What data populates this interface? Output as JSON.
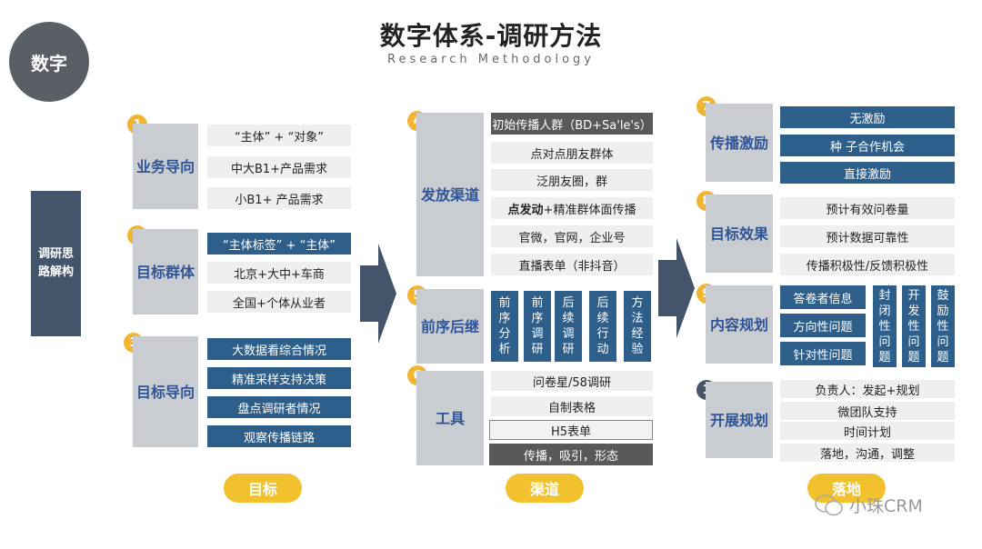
{
  "header": {
    "logo": "数字",
    "title": "数字体系-调研方法",
    "subtitle": "Research Methodology"
  },
  "left_label": "调研思路解构",
  "columns": {
    "goal": {
      "footer": "目标",
      "sections": [
        {
          "badge": "1",
          "category": "业务导向",
          "items": [
            "“主体” + “对象”",
            "中大B1+产品需求",
            "小B1+ 产品需求"
          ]
        },
        {
          "badge": "2",
          "category": "目标群体",
          "items": [
            "“主体标签” + “主体”",
            "北京+大中+车商",
            "全国+个体从业者"
          ]
        },
        {
          "badge": "3",
          "category": "目标导向",
          "items": [
            "大数据看综合情况",
            "精准采样支持决策",
            "盘点调研者情况",
            "观察传播链路"
          ]
        }
      ]
    },
    "channel": {
      "footer": "渠道",
      "sections": [
        {
          "badge": "4",
          "category": "发放渠道",
          "items": [
            "初始传播人群（BD+Sa'le's）",
            "点对点朋友群体",
            "泛朋友圈，群",
            "点发动+精准群体面传播",
            "官微，官网，企业号",
            "直播表单（非抖音）"
          ],
          "bold_prefix": "点发动"
        },
        {
          "badge": "5",
          "category": "前序后继",
          "items": [
            "前序分析",
            "前序调研",
            "后续调研",
            "后续行动",
            "方法经验"
          ]
        },
        {
          "badge": "6",
          "category": "工具",
          "items": [
            "问卷星/58调研",
            "自制表格",
            "H5表单",
            "传播，吸引，形态"
          ]
        }
      ]
    },
    "landing": {
      "footer": "落地",
      "sections": [
        {
          "badge": "7",
          "category": "传播激励",
          "items": [
            "无激励",
            "种 子合作机会",
            "直接激励"
          ]
        },
        {
          "badge": "8",
          "category": "目标效果",
          "items": [
            "预计有效问卷量",
            "预计数据可靠性",
            "传播积极性/反馈积极性"
          ]
        },
        {
          "badge": "9",
          "category": "内容规划",
          "items": [
            "答卷者信息",
            "方向性问题",
            "针对性问题"
          ],
          "vitems": [
            "封闭性问题",
            "开发性问题",
            "鼓励性问题"
          ]
        },
        {
          "badge": "1",
          "category": "开展规划",
          "items": [
            "负责人：发起+规划",
            "微团队支持",
            "时间计划",
            "落地，沟通，调整"
          ]
        }
      ]
    }
  },
  "watermark": "小珠CRM",
  "colors": {
    "navy": "#2e5f8a",
    "gray_box": "#c9ccd1",
    "yellow": "#f2c12e",
    "dark": "#44546a"
  }
}
